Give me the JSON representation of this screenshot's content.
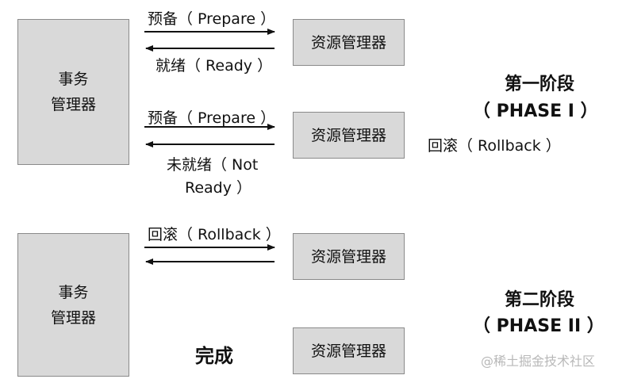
{
  "transaction_manager_1": {
    "line1": "事务",
    "line2": "管理器"
  },
  "transaction_manager_2": {
    "line1": "事务",
    "line2": "管理器"
  },
  "resource_manager_label": "资源管理器",
  "phase1": {
    "title": "第一阶段",
    "subtitle": "（ PHASE I ）",
    "prepare_1": "预备（ Prepare ）",
    "ready": "就绪（ Ready ）",
    "prepare_2": "预备（ Prepare ）",
    "not_ready_line1": "未就绪（ Not",
    "not_ready_line2": "Ready ）",
    "rollback_note": "回滚（ Rollback ）"
  },
  "phase2": {
    "title": "第二阶段",
    "subtitle": "（ PHASE II ）",
    "rollback": "回滚（ Rollback ）",
    "complete": "完成"
  },
  "watermark": "@稀土掘金技术社区"
}
